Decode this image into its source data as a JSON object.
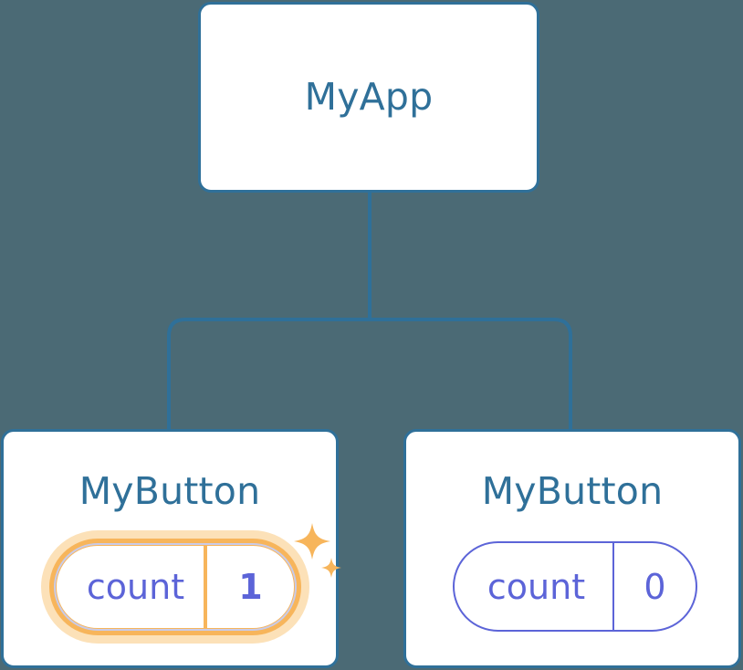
{
  "diagram": {
    "type": "component-tree",
    "background_color": "#4b6a75",
    "node_border_color": "#2f7099",
    "node_text_color": "#2f7099",
    "state_color": "#5c64d8",
    "highlight_color": "#f7b55b",
    "highlight_glow_color": "#fbdcab",
    "root": {
      "title": "MyApp"
    },
    "children": [
      {
        "title": "MyButton",
        "state_key": "count",
        "state_value": "1",
        "highlighted": true,
        "sparkle_icon": "sparkles-icon"
      },
      {
        "title": "MyButton",
        "state_key": "count",
        "state_value": "0",
        "highlighted": false
      }
    ]
  }
}
